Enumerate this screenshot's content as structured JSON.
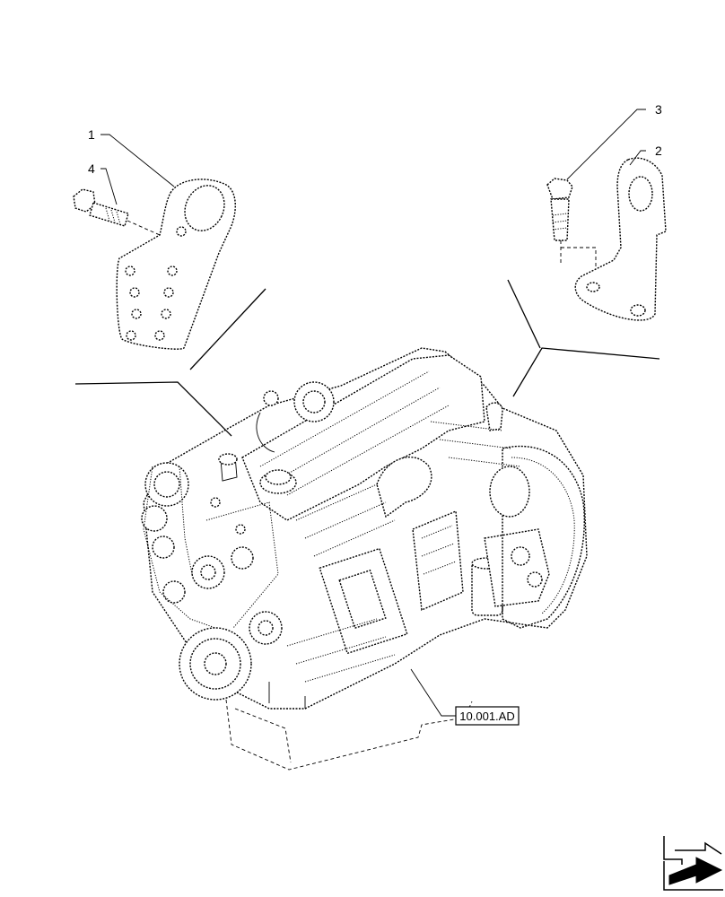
{
  "callouts": [
    {
      "label": "1",
      "part": "lifting-eye-front"
    },
    {
      "label": "2",
      "part": "lifting-eye-rear"
    },
    {
      "label": "3",
      "part": "bolt-rear"
    },
    {
      "label": "4",
      "part": "bolt-front"
    }
  ],
  "reference": {
    "label": "10.001.AD"
  },
  "icons": {
    "nav": "next-page-arrow-icon"
  }
}
